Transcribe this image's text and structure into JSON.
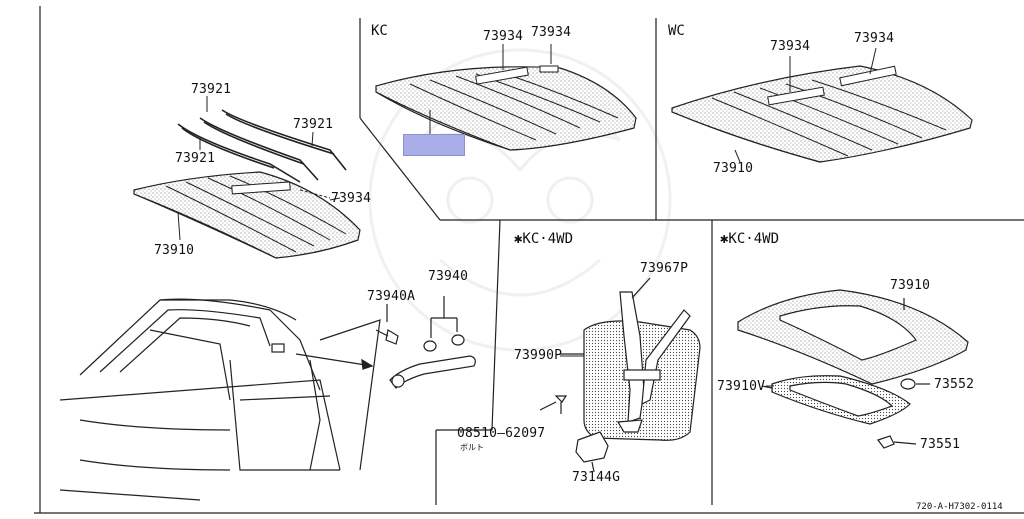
{
  "sections": {
    "kc": "KC",
    "wc": "WC",
    "kc4wd_a": "✱KC·4WD",
    "kc4wd_b": "✱KC·4WD"
  },
  "labels": {
    "kc_73934_a": "73934",
    "kc_73934_b": "73934",
    "wc_73934_a": "73934",
    "wc_73934_b": "73934",
    "wc_73910": "73910",
    "l_73921_a": "73921",
    "l_73921_b": "73921",
    "l_73921_c": "73921",
    "l_73934": "73934",
    "l_73910": "73910",
    "p_73940A": "73940A",
    "p_73940": "73940",
    "p_73967P": "73967P",
    "p_73990P": "73990P",
    "p_08510": "08510–62097",
    "p_bolt": "ボルト",
    "p_73144G": "73144G",
    "r_73910": "73910",
    "r_73910V": "73910V",
    "r_73552": "73552",
    "r_73551": "73551"
  },
  "diagram_code": "720-A-H7302-0114",
  "highlight_color": "#a9aee8"
}
